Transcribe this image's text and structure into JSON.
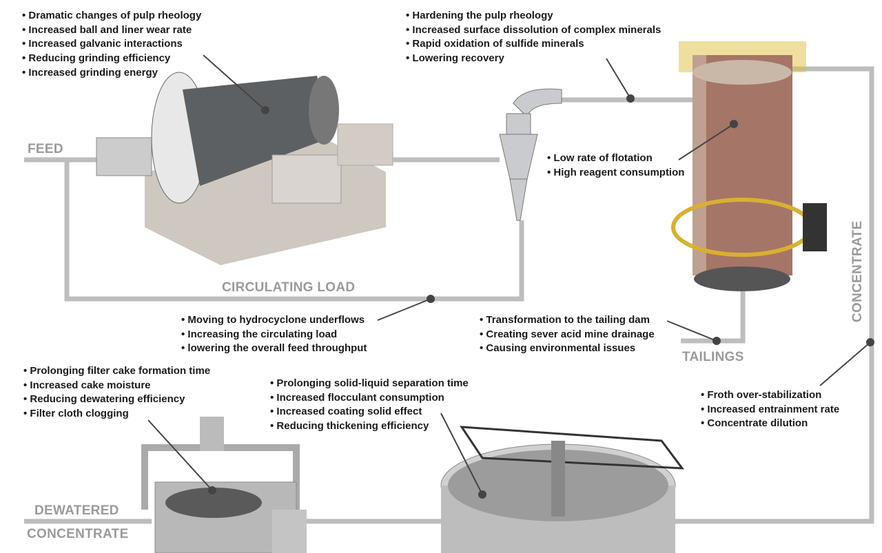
{
  "labels": {
    "feed": "FEED",
    "circulating_load": "CIRCULATING LOAD",
    "tailings": "TAILINGS",
    "concentrate": "CONCENTRATE",
    "dewatered_1": "DEWATERED",
    "dewatered_2": "CONCENTRATE"
  },
  "mill_effects": [
    "Dramatic changes of pulp rheology",
    "Increased ball and liner wear rate",
    "Increased galvanic interactions",
    "Reducing grinding efficiency",
    "Increased grinding energy"
  ],
  "cyclone_effects": [
    "Hardening the pulp rheology",
    "Increased surface dissolution of complex minerals",
    "Rapid oxidation of sulfide minerals",
    "Lowering recovery"
  ],
  "flotation_effects": [
    "Low rate of flotation",
    "High reagent consumption"
  ],
  "circulating_effects": [
    "Moving to hydrocyclone underflows",
    "Increasing the circulating load",
    "lowering the overall feed throughput"
  ],
  "tailings_effects": [
    "Transformation to the tailing dam",
    "Creating sever acid mine drainage",
    "Causing environmental issues"
  ],
  "filter_effects": [
    "Prolonging filter cake formation time",
    "Increased cake moisture",
    "Reducing dewatering efficiency",
    "Filter cloth clogging"
  ],
  "thickener_effects": [
    "Prolonging solid-liquid separation time",
    "Increased flocculant consumption",
    "Increased coating solid effect",
    "Reducing thickening efficiency"
  ],
  "concentrate_effects": [
    "Froth over-stabilization",
    "Increased entrainment rate",
    "Concentrate dilution"
  ],
  "colors": {
    "line": "#bdbdbd",
    "label": "#9a9a9a",
    "text": "#1a1a1a",
    "pointer": "#444444"
  }
}
